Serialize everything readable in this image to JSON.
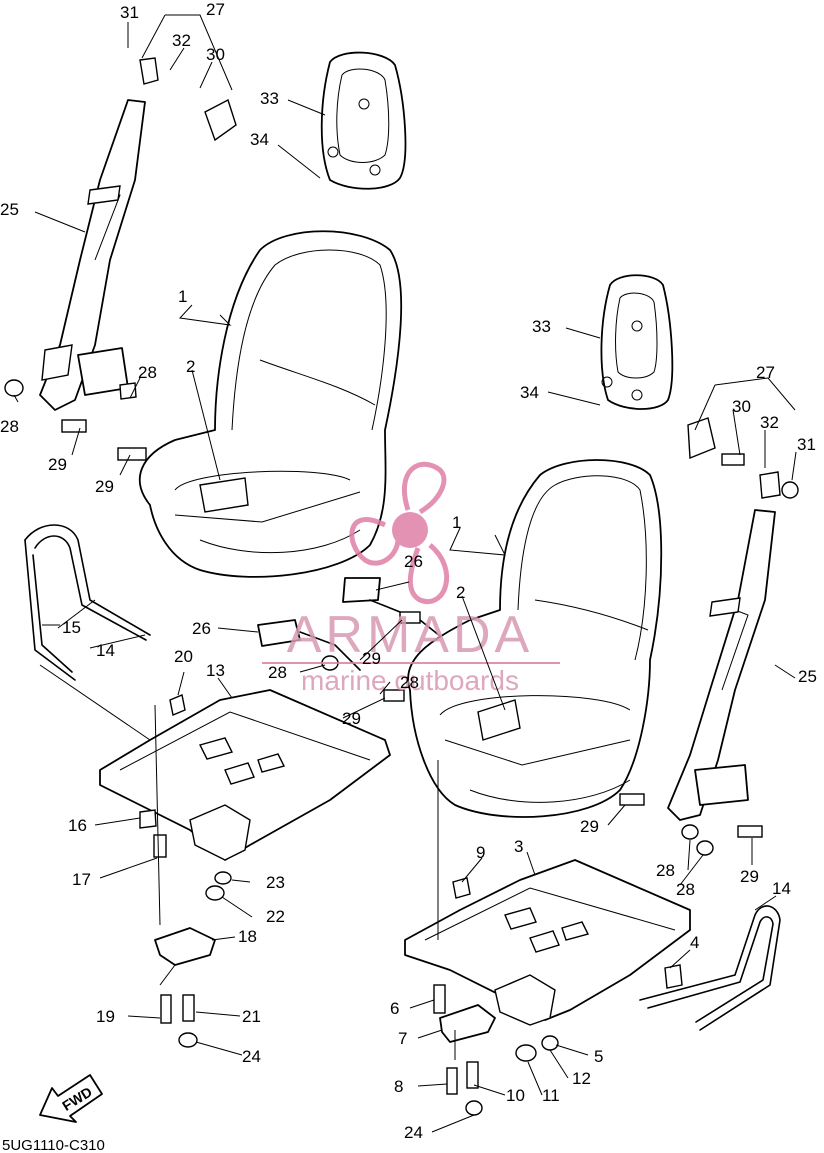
{
  "diagram_code": "5UG1110-C310",
  "fwd_label": "FWD",
  "watermark": {
    "brand": "ARMADA",
    "tagline": "marine outboards",
    "color": "#e07fa6"
  },
  "callouts": {
    "c1_left": "1",
    "c1_right": "1",
    "c2_left": "2",
    "c2_right": "2",
    "c3": "3",
    "c4": "4",
    "c5": "5",
    "c6": "6",
    "c7": "7",
    "c8": "8",
    "c9": "9",
    "c10": "10",
    "c11": "11",
    "c12": "12",
    "c13": "13",
    "c14_left": "14",
    "c14_right": "14",
    "c15": "15",
    "c16": "16",
    "c17": "17",
    "c18": "18",
    "c19": "19",
    "c20": "20",
    "c21": "21",
    "c22": "22",
    "c23": "23",
    "c24_left": "24",
    "c24_right": "24",
    "c25_left": "25",
    "c25_right": "25",
    "c26_a": "26",
    "c26_b": "26",
    "c27_left": "27",
    "c27_right": "27",
    "c28_a": "28",
    "c28_b": "28",
    "c28_c": "28",
    "c28_d": "28",
    "c28_e": "28",
    "c28_f": "28",
    "c29_a": "29",
    "c29_b": "29",
    "c29_c": "29",
    "c29_d": "29",
    "c29_e": "29",
    "c29_f": "29",
    "c30_left": "30",
    "c30_right": "30",
    "c31_left": "31",
    "c31_right": "31",
    "c32_left": "32",
    "c32_right": "32",
    "c33_left": "33",
    "c33_right": "33",
    "c34_left": "34",
    "c34_right": "34"
  }
}
